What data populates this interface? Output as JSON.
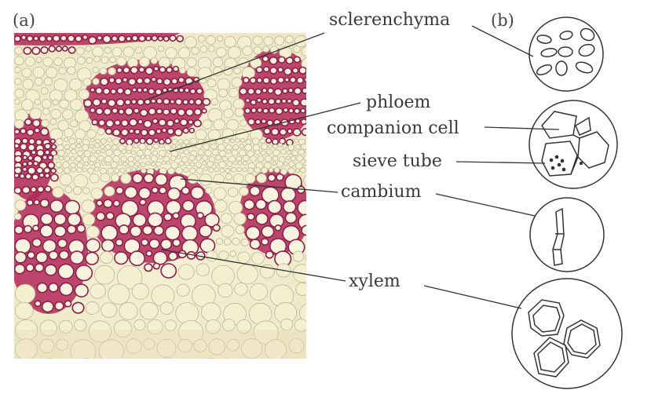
{
  "panels": {
    "a": "(a)",
    "b": "(b)"
  },
  "labels": {
    "sclerenchyma": "sclerenchyma",
    "phloem": "phloem",
    "companion_cell": "companion cell",
    "sieve_tube": "sieve tube",
    "cambium": "cambium",
    "xylem": "xylem"
  },
  "colors": {
    "stain_red": "#b2285a",
    "cell_wall_red": "#8e1f48",
    "cream": "#f3efcf",
    "cell_wall_pale": "#b9b79a",
    "line": "#333333"
  }
}
